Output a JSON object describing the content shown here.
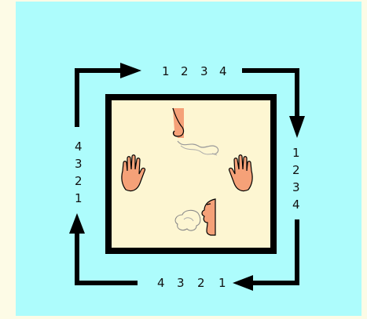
{
  "colors": {
    "panel_background": "#adfcfc",
    "page_background": "#fdfbe6",
    "inner_square_fill": "#fdf6d2",
    "arrow_color": "#000000",
    "hand_color": "#f5a178",
    "skin_color": "#f5a178"
  },
  "counts": {
    "top": [
      "1",
      "2",
      "3",
      "4"
    ],
    "right": [
      "1",
      "2",
      "3",
      "4"
    ],
    "bottom": [
      "4",
      "3",
      "2",
      "1"
    ],
    "left": [
      "4",
      "3",
      "2",
      "1"
    ]
  },
  "icons": {
    "top_center": "nose-breathing-in-icon",
    "left": "open-hand-icon",
    "right": "open-hand-icon",
    "bottom_center": "mouth-breathing-out-icon"
  }
}
